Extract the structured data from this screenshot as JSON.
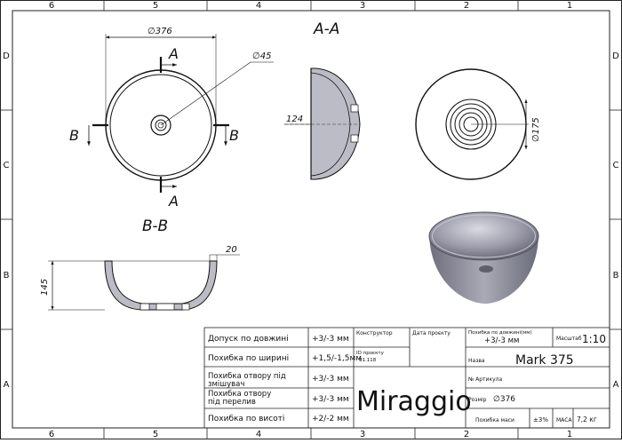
{
  "frame": {
    "top_columns": [
      "6",
      "5",
      "4",
      "3",
      "2",
      "1"
    ],
    "bottom_columns": [
      "6",
      "5",
      "4",
      "3",
      "2",
      "1"
    ],
    "rows": [
      "D",
      "C",
      "B",
      "A"
    ]
  },
  "views": {
    "section_title": "A-A",
    "section_bb": "B-B",
    "cut_a_top": "A",
    "cut_a_bottom": "A",
    "cut_b_left": "B",
    "cut_b_right": "B",
    "dim_outer": "∅376",
    "dim_drain": "∅45",
    "dim_depth": "124",
    "dim_bottom": "∅175",
    "dim_wall": "20",
    "dim_height": "145"
  },
  "title_block": {
    "tolerances": [
      {
        "label": "Допуск по довжині",
        "value": "+3/-3 мм"
      },
      {
        "label": "Похибка по ширині",
        "value": "+1,5/-1,5мм"
      },
      {
        "label": "Похибка отвору під змішувач",
        "value": "+3/-3 мм"
      },
      {
        "label": "Похибка отвору під перелив",
        "value": "+3/-3 мм"
      },
      {
        "label": "Похибка по висоті",
        "value": "+2/-2 мм"
      }
    ],
    "constructor_label": "Конструктор",
    "date_label": "Дата проєкту",
    "project_id_label": "ID проєкту",
    "project_id": "01.118",
    "brand": "Miraggio",
    "depth_tol_label": "Похибка по довжині(мм)",
    "depth_tol_value": "+3/-3 мм",
    "scale_label": "Масштаб",
    "scale_value": "1:10",
    "name_label": "Назва",
    "name_value": "Mark 375",
    "article_label": "№ Артикула",
    "size_label": "Розмір",
    "size_value": "∅376",
    "mass_tol_label": "Похибка маси",
    "mass_tol_value": "±3%",
    "mass_label": "МАСА",
    "mass_value": "7,2 кг"
  }
}
